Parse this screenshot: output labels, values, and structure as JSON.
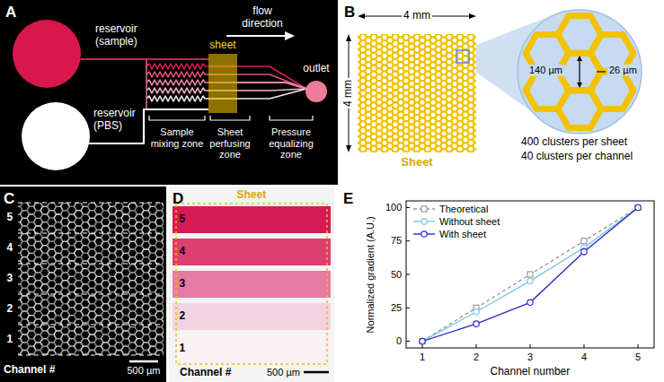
{
  "diagram": {
    "nodes": [
      {
        "text": [
          "reservoir (sample)"
        ]
      },
      {
        "text": [
          "reservoir (PBS)"
        ]
      },
      {
        "text": [
          "sheet"
        ]
      },
      {
        "text": [
          "outlet"
        ]
      },
      {
        "text": [
          "Sheet"
        ]
      },
      {
        "text": [
          "140 µm",
          "26 µm"
        ]
      }
    ],
    "edges": [
      {
        "from": 0,
        "to": 2,
        "arrow": "none"
      },
      {
        "from": 1,
        "to": 2,
        "arrow": "none"
      },
      {
        "from": 2,
        "to": 3,
        "arrow": "none"
      }
    ],
    "labels": [
      "A",
      "flow direction",
      "Sample mixing zone",
      "Sheet perfusing zone",
      "Pressure equalizing zone",
      "B",
      "4 mm",
      "4 mm",
      "400 clusters per sheet",
      "40 clusters per channel",
      "C",
      "5",
      "4",
      "3",
      "2",
      "1",
      "Channel #",
      "500 µm",
      "D",
      "Sheet",
      "5",
      "4",
      "3",
      "2",
      "1",
      "Channel #",
      "500 µm",
      "E",
      "100",
      "75",
      "50",
      "25",
      "0",
      "Normalized gradient (A.U.)",
      "1",
      "2",
      "3",
      "4",
      "5",
      "Channel number"
    ],
    "legend": [
      {
        "text": "Theoretical"
      },
      {
        "text": "Without sheet"
      },
      {
        "text": "With sheet"
      }
    ]
  }
}
